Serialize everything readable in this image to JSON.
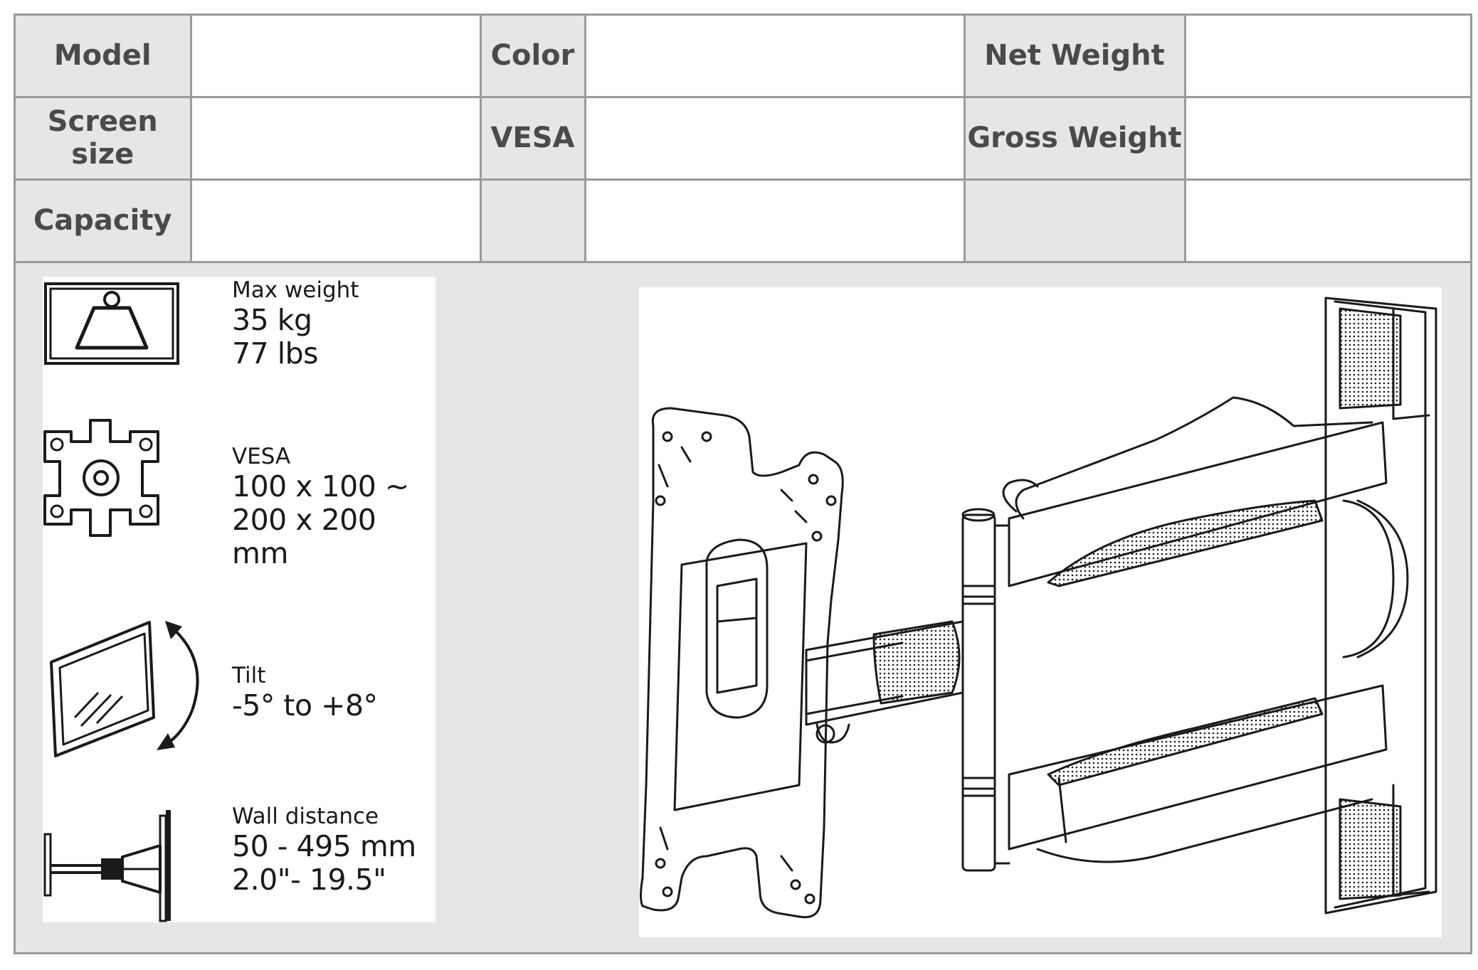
{
  "spec_table": {
    "rows": [
      [
        {
          "label": "Model",
          "value": ""
        },
        {
          "label": "Color",
          "value": ""
        },
        {
          "label": "Net Weight",
          "value": ""
        }
      ],
      [
        {
          "label": "Screen size",
          "value": ""
        },
        {
          "label": "VESA",
          "value": ""
        },
        {
          "label": "Gross Weight",
          "value": ""
        }
      ],
      [
        {
          "label": "Capacity",
          "value": ""
        },
        {
          "label": "",
          "value": ""
        },
        {
          "label": "",
          "value": ""
        }
      ]
    ]
  },
  "features": {
    "max_weight": {
      "label": "Max weight",
      "line1": "35 kg",
      "line2": "77 lbs",
      "icon": "weight-icon"
    },
    "vesa": {
      "label": "VESA",
      "line1": "100 x 100 ~",
      "line2": "200 x 200 mm",
      "icon": "vesa-plate-icon"
    },
    "tilt": {
      "label": "Tilt",
      "line1": "-5° to +8°",
      "icon": "tilt-icon"
    },
    "wall_distance": {
      "label": "Wall distance",
      "line1": "50 - 495 mm",
      "line2": "2.0\"- 19.5\"",
      "icon": "wall-distance-icon"
    }
  },
  "colors": {
    "line": "#1a1a1a",
    "border": "#9a9a9a",
    "label_bg": "#e6e6e6",
    "label_text": "#4a4a4a"
  }
}
